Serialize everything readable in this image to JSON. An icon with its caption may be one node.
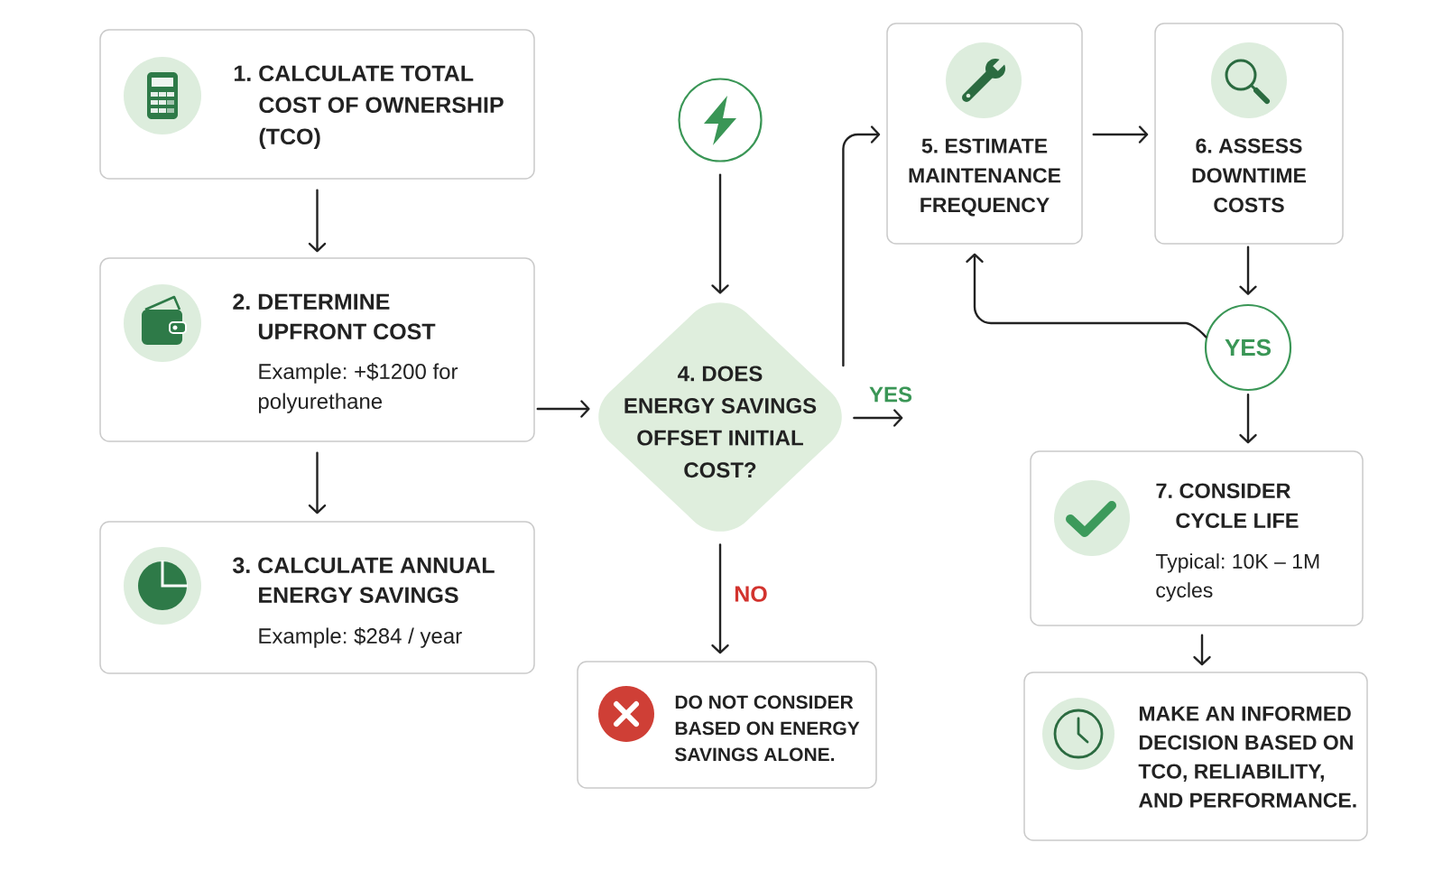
{
  "diagram": {
    "nodes": [
      {
        "text": [
          "1. CALCULATE TOTAL COST OF OWNERSHIP (TCO)"
        ]
      },
      {
        "text": [
          "2. DETERMINE UPFRONT COST",
          "Example: +$1200 for polyurethane"
        ]
      },
      {
        "text": [
          "3. CALCULATE ANNUAL ENERGY SAVINGS",
          "Example: $284 / year"
        ]
      },
      {
        "text": [],
        "shape": "circle"
      },
      {
        "text": [
          "4. DOES ENERGY SAVINGS OFFSET INITIAL COST?"
        ]
      },
      {
        "text": [
          "DO NOT CONSIDER BASED ON ENERGY SAVINGS ALONE."
        ]
      },
      {
        "text": [
          "5. ESTIMATE MAINTENANCE FREQUENCY"
        ]
      },
      {
        "text": [
          "6. ASSESS DOWNTIME COSTS"
        ]
      },
      {
        "text": [
          "YES"
        ]
      },
      {
        "text": [
          "7. CONSIDER CYCLE LIFE",
          "Typical: 10K – 1M cycles"
        ]
      },
      {
        "text": [
          "MAKE AN INFORMED DECISION BASED ON TCO, RELIABILITY, AND PERFORMANCE."
        ]
      }
    ],
    "edges": [
      {
        "from": 0,
        "to": 1,
        "arrow": "to"
      },
      {
        "from": 1,
        "to": 2,
        "arrow": "to"
      },
      {
        "from": 1,
        "to": 4,
        "arrow": "to"
      },
      {
        "from": 3,
        "to": 4,
        "arrow": "to"
      },
      {
        "from": 4,
        "to": 6,
        "arrow": "to"
      },
      {
        "from": 4,
        "to": null,
        "arrow": "to",
        "label": "YES"
      },
      {
        "from": 4,
        "to": 5,
        "arrow": "to",
        "label": "NO"
      },
      {
        "from": 6,
        "to": 7,
        "arrow": "to"
      },
      {
        "from": 7,
        "to": 8,
        "arrow": "to"
      },
      {
        "from": 8,
        "to": 6,
        "arrow": "to"
      },
      {
        "from": 8,
        "to": 9,
        "arrow": "to"
      },
      {
        "from": 9,
        "to": 10,
        "arrow": "to"
      }
    ]
  }
}
